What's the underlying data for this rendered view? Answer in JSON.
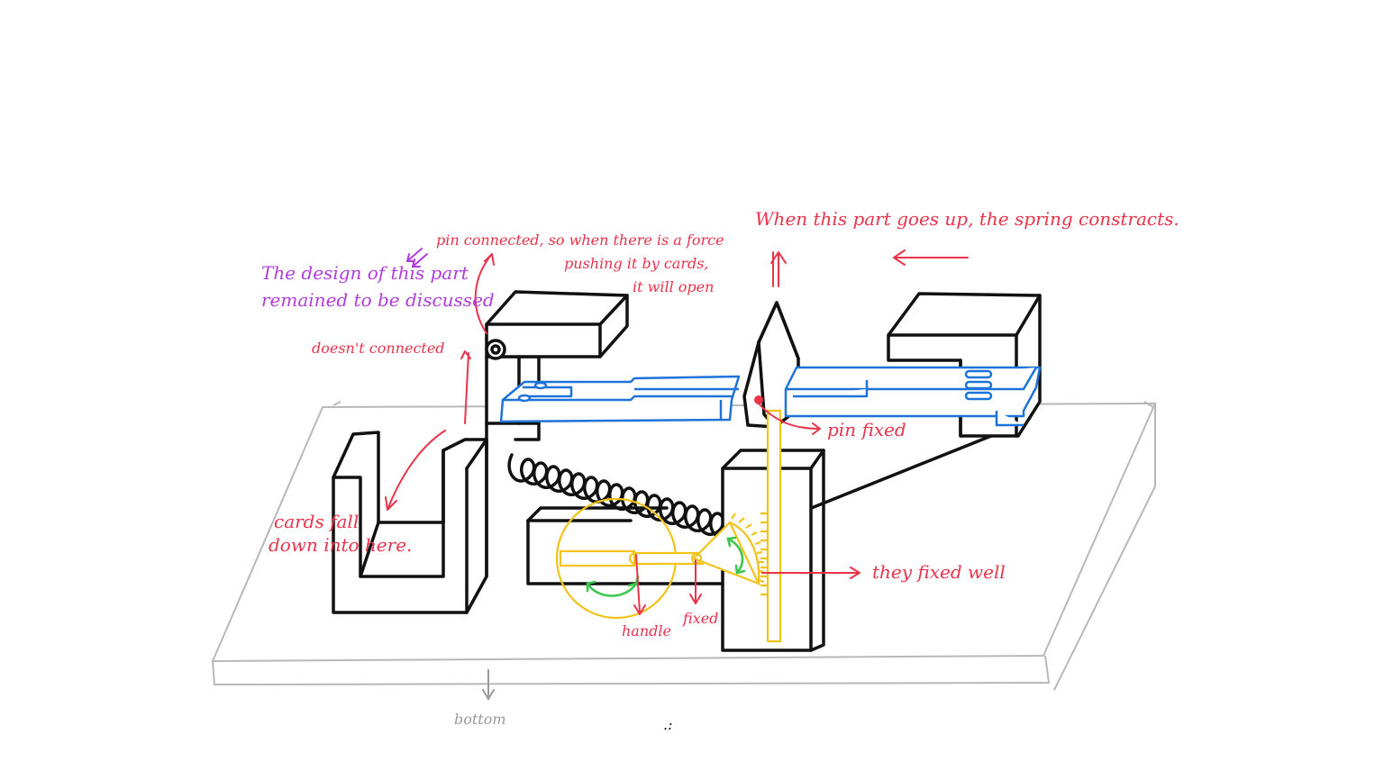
{
  "annotations": {
    "spring_note": "When this part goes up, the spring constracts.",
    "pin_connected_l1": "pin connected, so when there is a force",
    "pin_connected_l2": "pushing it by cards,",
    "pin_connected_l3": "it will open",
    "design_l1": "The design of this part",
    "design_l2": "remained to be discussed",
    "not_connected": "doesn't connected",
    "pin_fixed": "pin fixed",
    "cards_l1": "cards fall",
    "cards_l2": "down into here.",
    "fixed_well": "they fixed well",
    "handle": "handle",
    "fixed": "fixed",
    "bottom": "bottom",
    "stray_mark": ".:"
  },
  "colors": {
    "outline": "#111111",
    "annotation": "#e8334a",
    "discussion": "#b03ce0",
    "slider": "#1e73d8",
    "gear": "#f2c31a",
    "rotation": "#3cc64e",
    "base": "#b8b8b8"
  }
}
